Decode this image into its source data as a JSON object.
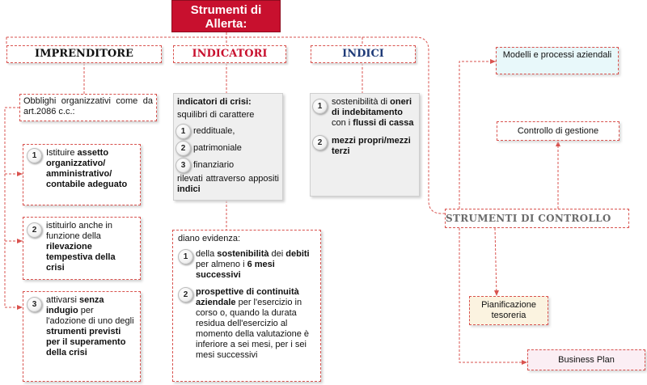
{
  "title": "Strumenti di Allerta:",
  "headers": {
    "imprenditore": "IMPRENDITORE",
    "indicatori": "INDICATORI",
    "indici": "INDICI"
  },
  "imprenditore": {
    "obblighi": "Obblighi organizzativi come da art.2086 c.c.:",
    "items": [
      {
        "num": "1",
        "pre": "Istituire ",
        "bold": "assetto organizzativo/ amministrativo/ contabile adeguato",
        "post": ""
      },
      {
        "num": "2",
        "pre": "istituirlo anche in funzione della ",
        "bold": "rilevazione tempestiva della crisi",
        "post": ""
      },
      {
        "num": "3",
        "pre": "attivarsi ",
        "bold": "senza indugio",
        "pre2": " per l'adozione di uno degli ",
        "bold2": "strumenti previsti per il superamento della crisi",
        "post": ""
      }
    ]
  },
  "indicatori": {
    "head_bold": "indicatori di crisi:",
    "squilibri": "squilibri di carattere",
    "items": [
      {
        "num": "1",
        "text": "reddituale,"
      },
      {
        "num": "2",
        "text": "patrimoniale"
      },
      {
        "num": "3",
        "text": "finanziario"
      }
    ],
    "rilevati_pre": "rilevati attraverso appositi ",
    "rilevati_bold": "indici",
    "evidenza": {
      "intro": "diano evidenza:",
      "item1_pre": "della ",
      "item1_b1": "sostenibilità",
      "item1_mid": " dei ",
      "item1_b2": "debiti",
      "item1_mid2": " per almeno i ",
      "item1_b3": "6 mesi successivi",
      "item2_b": "prospettive di continuità aziendale",
      "item2_post": " per l'esercizio in corso o, quando la durata residua dell'esercizio al momento della valutazione è inferiore a sei mesi, per i sei mesi successivi"
    }
  },
  "indici": {
    "item1_pre": "sostenibilità di ",
    "item1_b1": "oneri di indebitamento",
    "item1_mid": " con i ",
    "item1_b2": "flussi di cassa",
    "item2_b": "mezzi propri/mezzi terzi"
  },
  "right": {
    "modelli": "Modelli e processi aziendali",
    "controllo": "Controllo di gestione",
    "strumenti": "STRUMENTI DI CONTROLLO",
    "pianificazione": "Pianificazione tesoreria",
    "business_plan": "Business Plan"
  },
  "colors": {
    "title_bg": "#c8102e",
    "indicatori_header": "#c8102e",
    "indici_header": "#1f3b78",
    "connector": "#d9534f"
  }
}
